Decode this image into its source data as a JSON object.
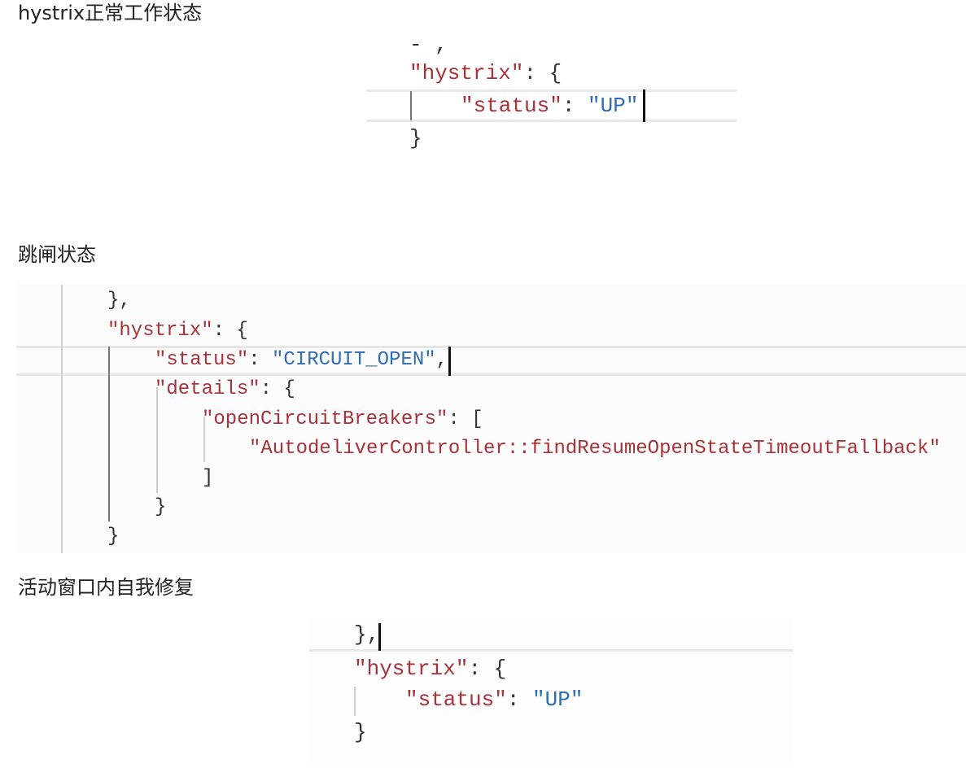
{
  "sections": [
    {
      "heading": "hystrix正常工作状态",
      "code": {
        "l0": "- ,",
        "key1": "\"hystrix\"",
        "p1": ": {",
        "key2": "\"status\"",
        "p2": ": ",
        "val2": "\"UP\"",
        "l3": "}"
      }
    },
    {
      "heading": "跳闸状态",
      "code": {
        "l0": "},",
        "key1": "\"hystrix\"",
        "p1": ": {",
        "key2": "\"status\"",
        "p2": ": ",
        "val2": "\"CIRCUIT_OPEN\"",
        "p2b": ",",
        "key3": "\"details\"",
        "p3": ": {",
        "key4": "\"openCircuitBreakers\"",
        "p4": ": [",
        "val5": "\"AutodeliverController::findResumeOpenStateTimeoutFallback\"",
        "l6": "]",
        "l7": "}",
        "l8": "}"
      }
    },
    {
      "heading": "活动窗口内自我修复",
      "code": {
        "l0": "},",
        "key1": "\"hystrix\"",
        "p1": ": {",
        "key2": "\"status\"",
        "p2": ": ",
        "val2": "\"UP\"",
        "l3": "}"
      }
    }
  ],
  "colors": {
    "key": "#a8323a",
    "string": "#2f6db5",
    "punct": "#333333"
  }
}
